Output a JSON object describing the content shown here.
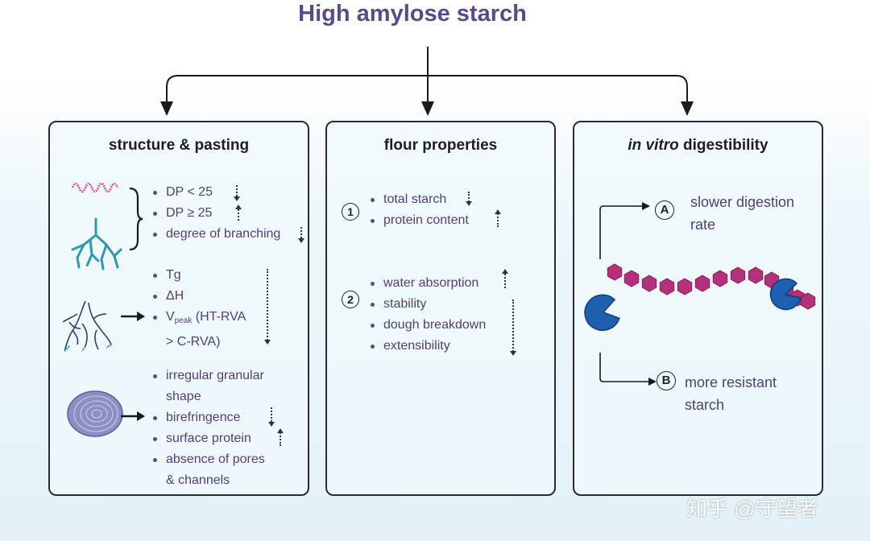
{
  "title": "High amylose starch",
  "panels": {
    "structure": {
      "title": "structure & pasting",
      "group1": [
        "DP < 25",
        "DP ≥ 25",
        "degree of branching"
      ],
      "group2": {
        "tg": "Tg",
        "dh": "ΔH",
        "vpeak_main": "V",
        "vpeak_sub": "peak",
        "vpeak_rest": " (HT-RVA",
        "vpeak_cont": "> C-RVA)"
      },
      "group3": [
        "irregular granular",
        "shape",
        "birefringence",
        "surface protein",
        "absence of pores",
        "& channels"
      ]
    },
    "flour": {
      "title": "flour properties",
      "marker1": "1",
      "marker2": "2",
      "group1": [
        "total starch",
        "protein content"
      ],
      "group2": [
        "water absorption",
        "stability",
        "dough breakdown",
        "extensibility"
      ]
    },
    "digest": {
      "title_italic": "in vitro",
      "title_rest": " digestibility",
      "outcome_a_marker": "A",
      "outcome_a": [
        "slower digestion",
        "rate"
      ],
      "outcome_b_marker": "B",
      "outcome_b": [
        "more resistant",
        "starch"
      ]
    }
  },
  "colors": {
    "title": "#5a4a8c",
    "text": "#4f3f7a",
    "amylose": "#d9509c",
    "amylopectin": "#2b9ab0",
    "enzyme": "#1f5fb0",
    "glucose": "#b5307a",
    "granule": "#8a8fc4"
  },
  "watermark": "知乎 @守望者"
}
